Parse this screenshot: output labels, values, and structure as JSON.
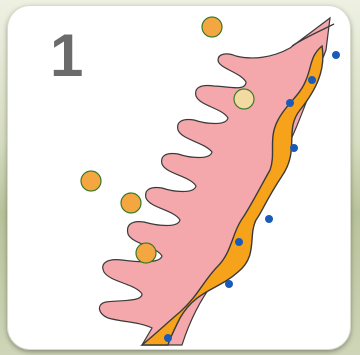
{
  "figure": {
    "step_number": "1"
  },
  "colors": {
    "villus_tissue": "#f4a8ab",
    "cell_layer": "#f6a31b",
    "nucleus": "#1a5ab8",
    "particle_orange": "#f4a640",
    "particle_pale": "#f3d9a2",
    "particle_outline": "#3b7a2a",
    "outline": "#3a3a3a"
  },
  "particles": [
    {
      "id": "p1",
      "color": "orange"
    },
    {
      "id": "p2",
      "color": "pale"
    },
    {
      "id": "p3",
      "color": "orange"
    },
    {
      "id": "p4",
      "color": "orange"
    },
    {
      "id": "p5",
      "color": "orange"
    }
  ]
}
